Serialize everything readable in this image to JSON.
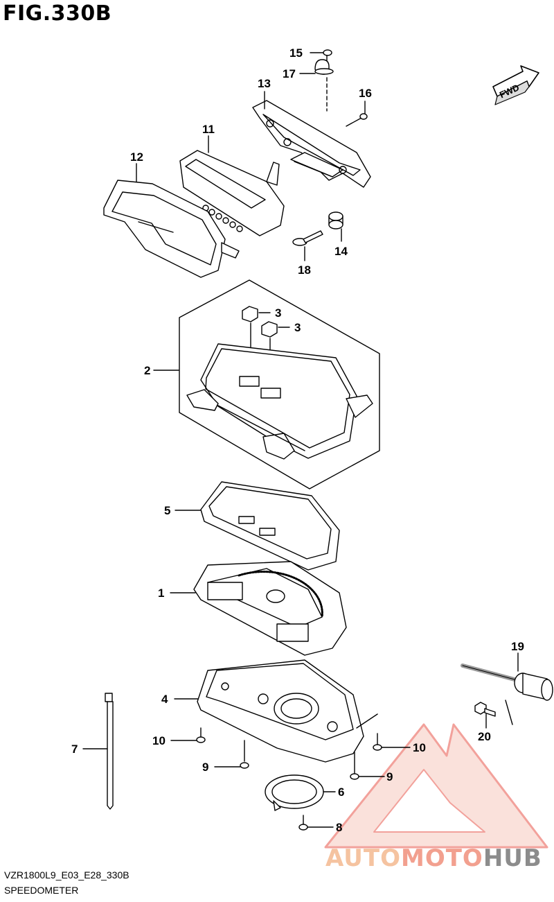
{
  "figure": {
    "title": "FIG.330B",
    "code": "VZR1800L9_E03_E28_330B",
    "caption": "SPEEDOMETER",
    "fwd_label": "FWD"
  },
  "callouts": [
    {
      "id": "15",
      "text": "15"
    },
    {
      "id": "17",
      "text": "17"
    },
    {
      "id": "13",
      "text": "13"
    },
    {
      "id": "16",
      "text": "16"
    },
    {
      "id": "11",
      "text": "11"
    },
    {
      "id": "12",
      "text": "12"
    },
    {
      "id": "14",
      "text": "14"
    },
    {
      "id": "18",
      "text": "18"
    },
    {
      "id": "3a",
      "text": "3"
    },
    {
      "id": "3b",
      "text": "3"
    },
    {
      "id": "2",
      "text": "2"
    },
    {
      "id": "5",
      "text": "5"
    },
    {
      "id": "1",
      "text": "1"
    },
    {
      "id": "19",
      "text": "19"
    },
    {
      "id": "4",
      "text": "4"
    },
    {
      "id": "20",
      "text": "20"
    },
    {
      "id": "7",
      "text": "7"
    },
    {
      "id": "10a",
      "text": "10"
    },
    {
      "id": "10b",
      "text": "10"
    },
    {
      "id": "9a",
      "text": "9"
    },
    {
      "id": "9b",
      "text": "9"
    },
    {
      "id": "6",
      "text": "6"
    },
    {
      "id": "8",
      "text": "8"
    }
  ],
  "watermark": {
    "part1": "AUTO",
    "part2": "MOTO",
    "part3": "HUB",
    "color_light": "#f5c3a0",
    "color_mid": "#f2a08f",
    "color_gray": "#8c8c8c",
    "color_triangle": "#e8554a"
  }
}
